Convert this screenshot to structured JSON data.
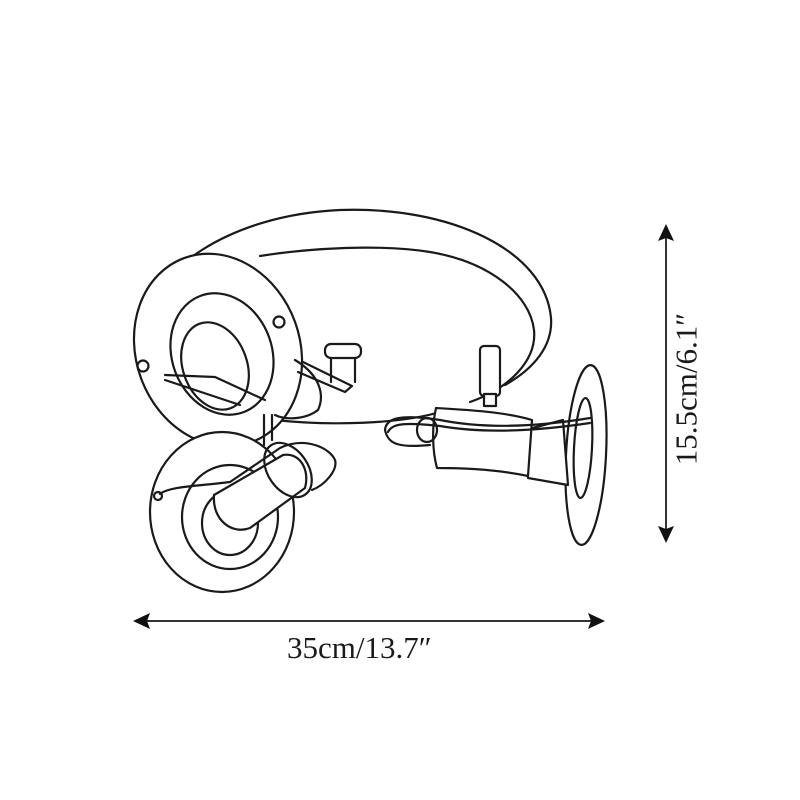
{
  "diagram": {
    "type": "product-dimension-drawing",
    "subject": "three-spotlight round ceiling fixture",
    "colors": {
      "background": "#ffffff",
      "line": "#1a1a1a",
      "dimension_line": "#333333"
    }
  },
  "dimensions": {
    "width": {
      "label": "35cm/13.7″",
      "orientation": "horizontal"
    },
    "height": {
      "label": "15.5cm/6.1″",
      "orientation": "vertical"
    }
  }
}
